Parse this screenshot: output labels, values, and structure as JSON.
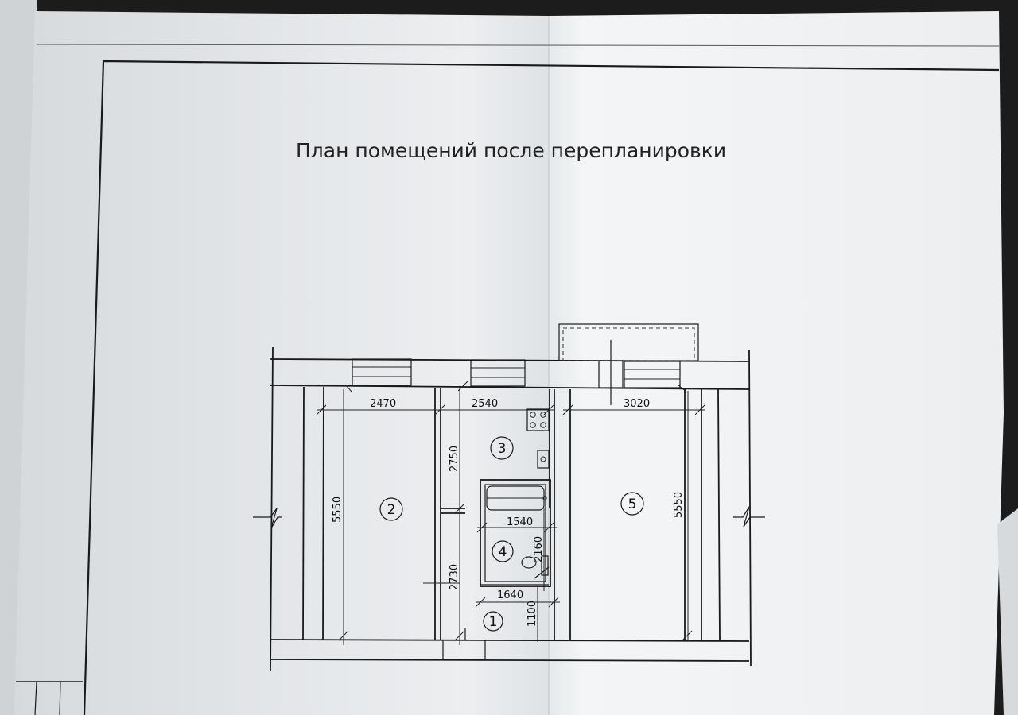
{
  "title": "План помещений после перепланировки",
  "rooms": [
    {
      "id": "room-1",
      "number": "1"
    },
    {
      "id": "room-2",
      "number": "2"
    },
    {
      "id": "room-3",
      "number": "3"
    },
    {
      "id": "room-4",
      "number": "4"
    },
    {
      "id": "room-5",
      "number": "5"
    }
  ],
  "dimensions": {
    "room2_width": "2470",
    "room3_width": "2540",
    "room5_width": "3020",
    "room2_length": "5550",
    "room5_length": "5550",
    "room3_length": "2750",
    "corridor_length": "2730",
    "bath_width": "1540",
    "bath_length": "2160",
    "hall_width": "1640",
    "hall_length": "1100"
  },
  "colors": {
    "paper": "#f1f3f4",
    "paper_shadow": "#d9dcdf",
    "line": "#1a1a1a",
    "background": "#1c1c1c"
  }
}
